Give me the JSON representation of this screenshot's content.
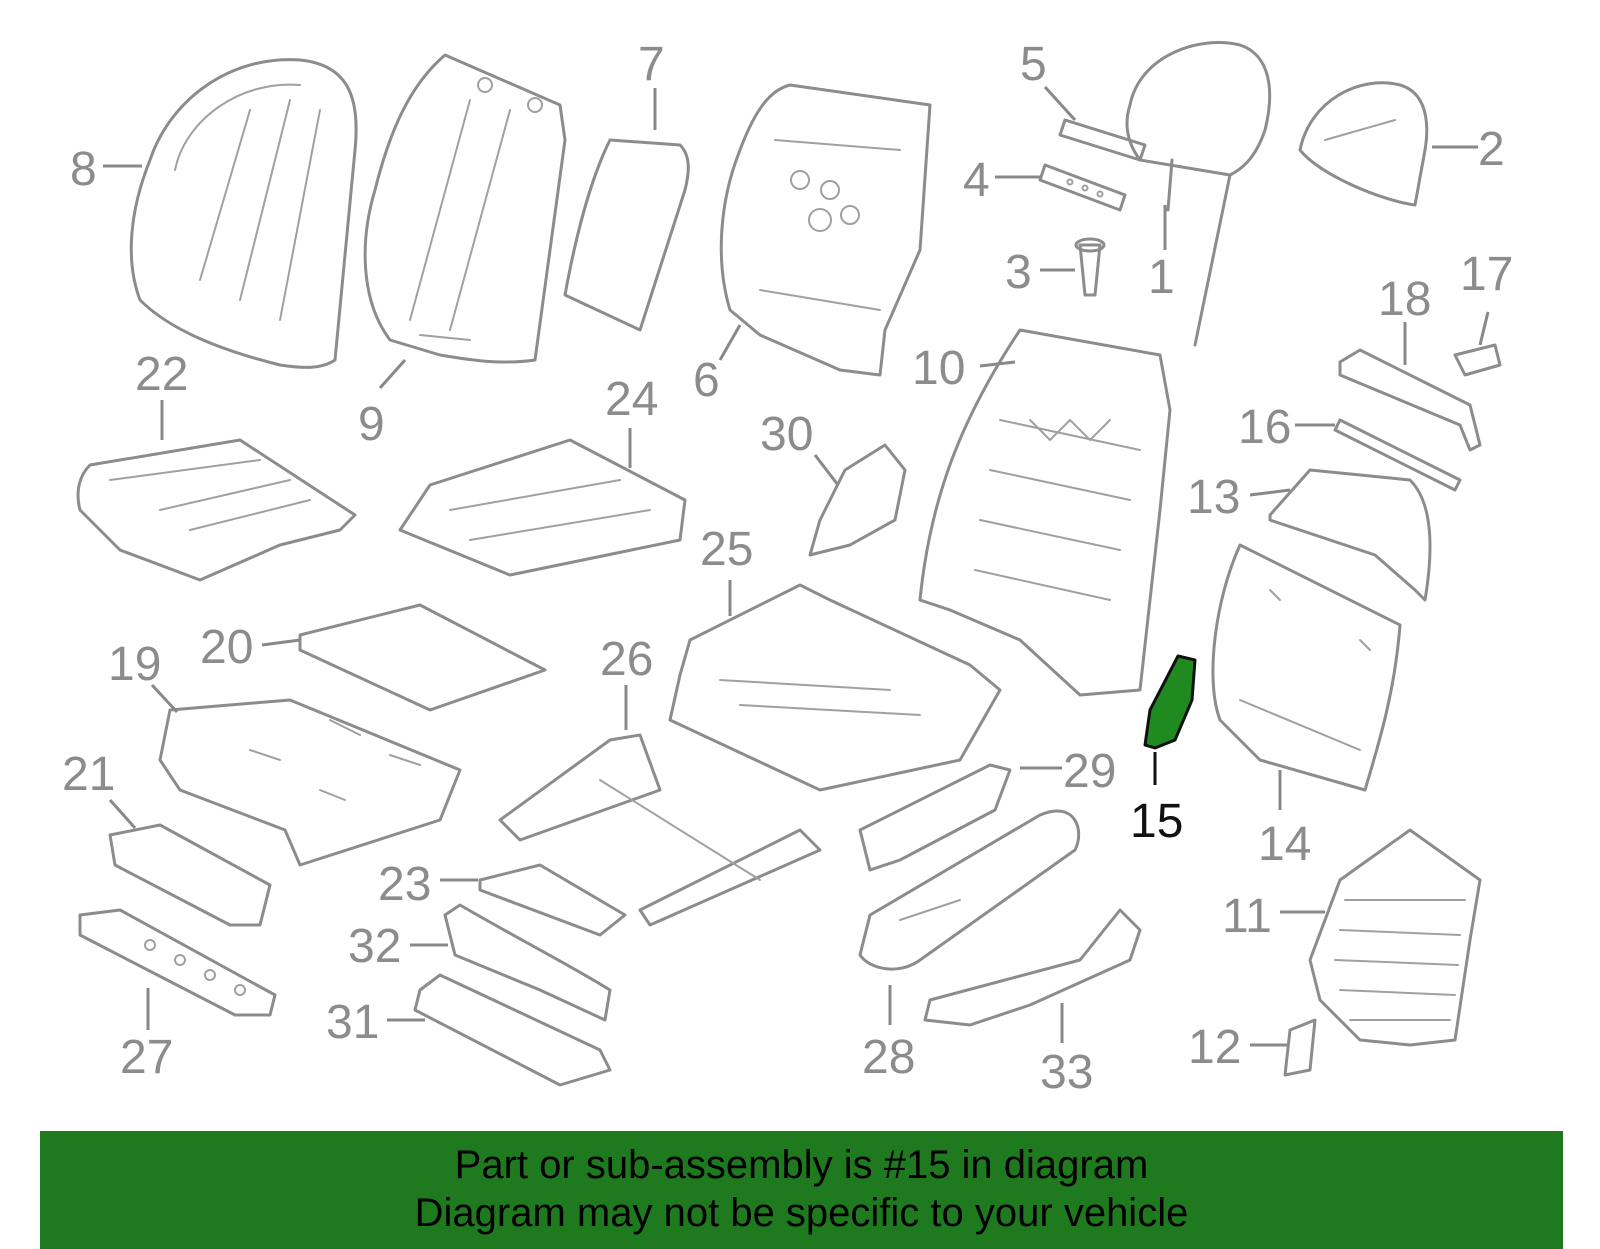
{
  "colors": {
    "banner_background": "#1f7a1f",
    "highlight_part": "#1f8a1f",
    "line_art": "#8c8c8c",
    "highlight_text": "#111111"
  },
  "callouts": [
    "1",
    "2",
    "3",
    "4",
    "5",
    "6",
    "7",
    "8",
    "9",
    "10",
    "11",
    "12",
    "13",
    "14",
    "15",
    "16",
    "17",
    "18",
    "19",
    "20",
    "21",
    "22",
    "23",
    "24",
    "25",
    "26",
    "27",
    "28",
    "29",
    "30",
    "31",
    "32",
    "33"
  ],
  "highlighted_part": "15",
  "banner": {
    "line1": "Part or sub-assembly is #15 in diagram",
    "line2": "Diagram may not be specific to your vehicle"
  }
}
